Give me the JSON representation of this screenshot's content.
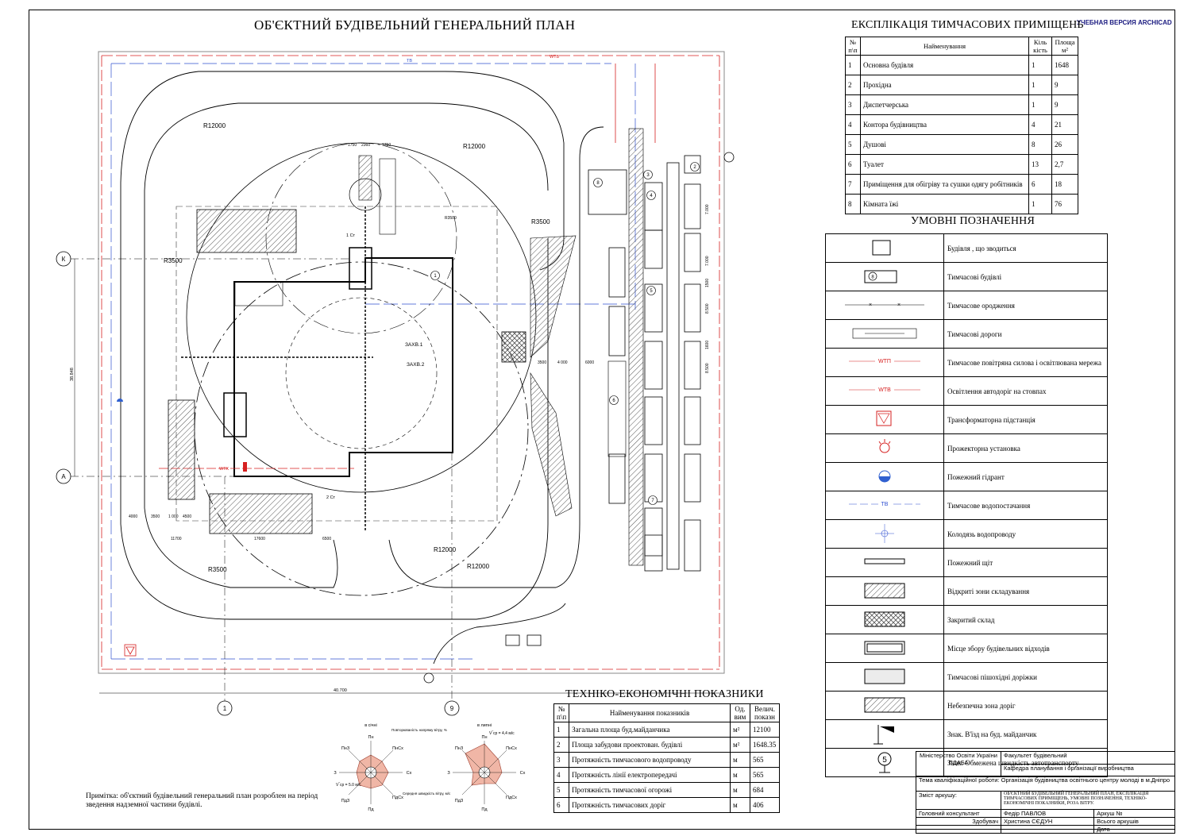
{
  "title": "ОБ'ЄКТНИЙ БУДІВЕЛЬНИЙ ГЕНЕРАЛЬНИЙ ПЛАН",
  "watermark": "УЧЕБНАЯ ВЕРСИЯ ARCHICAD",
  "explication": {
    "title": "ЕКСПЛІКАЦІЯ ТИМЧАСОВИХ ПРИМІЩЕНЬ",
    "headers": [
      "№ п\\п",
      "Найменування",
      "Кіль кість",
      "Площа м²"
    ],
    "rows": [
      [
        "1",
        "Основна будівля",
        "1",
        "1648"
      ],
      [
        "2",
        "Прохідна",
        "1",
        "9"
      ],
      [
        "3",
        "Диспетчерська",
        "1",
        "9"
      ],
      [
        "4",
        "Контора  будівництва",
        "4",
        "21"
      ],
      [
        "5",
        "Душові",
        "8",
        "26"
      ],
      [
        "6",
        "Туалет",
        "13",
        "2,7"
      ],
      [
        "7",
        "Приміщення для обігріву та сушки одягу робітників",
        "6",
        "18"
      ],
      [
        "8",
        "Кімната їжі",
        "1",
        "76"
      ]
    ]
  },
  "legend": {
    "title": "УМОВНІ ПОЗНАЧЕННЯ",
    "items": [
      {
        "symbol": "building",
        "label": "Будівля , що зводиться"
      },
      {
        "symbol": "temp-building",
        "label": "Тимчасові будівлі",
        "text": "8"
      },
      {
        "symbol": "fence",
        "label": "Тимчасове ородження"
      },
      {
        "symbol": "road",
        "label": "Тимчасові дороги"
      },
      {
        "symbol": "power",
        "label": "Тимчасове повітряна силова і освітлювана мережа",
        "text": "WTП"
      },
      {
        "symbol": "lighting",
        "label": "Освітлення автодоріг на стовпах",
        "text": "WTB"
      },
      {
        "symbol": "transformer",
        "label": "Трансформаторна підстанція"
      },
      {
        "symbol": "searchlight",
        "label": "Прожекторна установка"
      },
      {
        "symbol": "hydrant",
        "label": "Пожежний гідрант"
      },
      {
        "symbol": "water",
        "label": "Тимчасове водопостачання",
        "text": "ТВ"
      },
      {
        "symbol": "well",
        "label": "Колодязь водопроводу"
      },
      {
        "symbol": "fire-board",
        "label": "Пожежний щіт"
      },
      {
        "symbol": "open-storage",
        "label": "Відкриті зони складування"
      },
      {
        "symbol": "closed-storage",
        "label": "Закритий склад"
      },
      {
        "symbol": "waste",
        "label": "Місце збору будівельних відходів"
      },
      {
        "symbol": "walkway",
        "label": "Тимчасові пішохідні доріжки"
      },
      {
        "symbol": "danger",
        "label": "Небезпечна зона доріг"
      },
      {
        "symbol": "entry-sign",
        "label": "Знак. В'їзд на буд. майданчик"
      },
      {
        "symbol": "speed-sign",
        "label": "Знак. Обмежена швидкість автотранспорту",
        "text": "5"
      }
    ]
  },
  "tep": {
    "title": "ТЕХНІКО-ЕКОНОМІЧНІ ПОКАЗНИКИ",
    "headers": [
      "№ п\\п",
      "Найменування показників",
      "Од. вим",
      "Велич. показн"
    ],
    "rows": [
      [
        "1",
        "Загальна площа буд.майданчика",
        "м²",
        "12100"
      ],
      [
        "2",
        "Площа забудови проектован. будівлі",
        "м²",
        "1648.35"
      ],
      [
        "3",
        "Протяжність тимчасового водопроводу",
        "м",
        "565"
      ],
      [
        "4",
        "Протяжність лінії електропередачі",
        "м",
        "565"
      ],
      [
        "5",
        "Протяжність тимчасової огорожі",
        "м",
        "684"
      ],
      [
        "6",
        "Протяжність тимчасових доріг",
        "м",
        "406"
      ]
    ]
  },
  "note": "Примітка: об'єктний будівельний генеральний план розроблен на період зведення надземної частини будівлі.",
  "stamp": {
    "ministry": "Міністерство Освіти України ПДАБА",
    "faculty": "Факультет будівельний",
    "department": "Кафедра планування і організації виробництва",
    "theme": "Тема кваліфікаційної роботи: Організація будівництва освітнього центру молоді в м.Дніпро",
    "content_label": "Зміст аркушу:",
    "content": "ОБ'ЄКТНИЙ БУДІВЕЛЬНИЙ ГЕНЕРАЛЬНИЙ ПЛАН, ЕКСПЛІКАЦІЯ ТИМЧАСОВИХ ПРИМІЩЕНЬ, УМОВНІ ПОЗНАЧЕННЯ, ТЕХНІКО-ЕКОНОМІЧНІ ПОКАЗНИКИ, РОЗА ВІТРУ.",
    "consultant_label": "Головний консультант",
    "consultant": "Федір ПАВЛОВ",
    "student_label": "Здобувач",
    "student": "Христина СЄДУН",
    "sheet_no": "Аркуш №",
    "sheets_total": "Всього аркушів",
    "date": "Дата"
  },
  "plan": {
    "radii": [
      "R12000",
      "R12000",
      "R12000",
      "R12000",
      "R3500",
      "R3500",
      "R3500",
      "R3500"
    ],
    "axes": [
      "К",
      "А",
      "1",
      "9"
    ],
    "dims": [
      "40.700",
      "38.848",
      "11700",
      "17600",
      "6500",
      "4000",
      "3500",
      "1 000",
      "4500",
      "3500",
      "4 000",
      "6000",
      "1750",
      "2360",
      "1750",
      "7.000",
      "7.000",
      "8.500",
      "8.500",
      "1500",
      "1600"
    ],
    "labels": [
      "ЗАХВ.1",
      "ЗАХВ.2",
      "1 Ст",
      "2 Ст",
      "TB",
      "WTB",
      "WTK"
    ],
    "circles": [
      "1",
      "2",
      "3",
      "4",
      "5",
      "6",
      "7",
      "8"
    ]
  },
  "wind_roses": [
    {
      "title": "в січні",
      "labels": [
        "Пн",
        "ПнСх",
        "Сх",
        "ПдСх",
        "Пд",
        "ПдЗ",
        "З",
        "ПнЗ"
      ],
      "speed": "V‾ср = 5.0 м/с",
      "note1": "Повторюваність напряму вітру, %",
      "note2": "Середня швидкість вітру, м/с"
    },
    {
      "title": "в липні",
      "labels": [
        "Пн",
        "ПнСх",
        "Сх",
        "ПдСх",
        "Пд",
        "ПдЗ",
        "З",
        "ПнЗ"
      ],
      "speed": "V‾ср = 4,4 м/с"
    }
  ],
  "colors": {
    "line": "#000000",
    "power": "#d62020",
    "water": "#3050d0",
    "hatch": "#555555"
  }
}
